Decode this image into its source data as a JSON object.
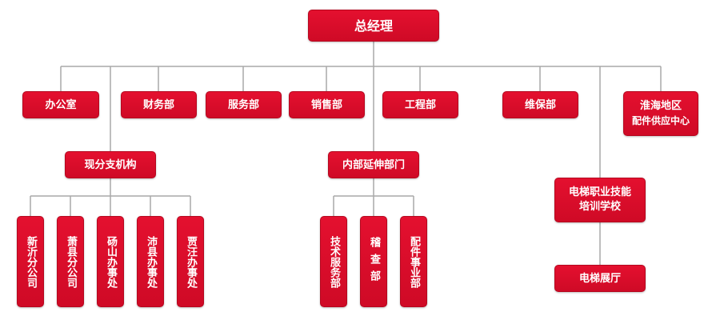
{
  "org_chart": {
    "root": "总经理",
    "departments": {
      "office": "办公室",
      "finance": "财务部",
      "service": "服务部",
      "sales": "销售部",
      "engineering": "工程部",
      "maintenance": "维保部",
      "huaihai_line1": "淮海地区",
      "huaihai_line2": "配件供应中心"
    },
    "branches_group": "现分支机构",
    "branches": [
      "新沂分公司",
      "萧县分公司",
      "砀山办事处",
      "沛县办事处",
      "贾汪办事处"
    ],
    "internal_group": "内部延伸部门",
    "internal": [
      "技术服务部",
      "稽查部",
      "配件事业部"
    ],
    "school_line1": "电梯职业技能",
    "school_line2": "培训学校",
    "showroom": "电梯展厅"
  },
  "colors": {
    "node": "#d90c29",
    "line": "#a8a8a8"
  }
}
